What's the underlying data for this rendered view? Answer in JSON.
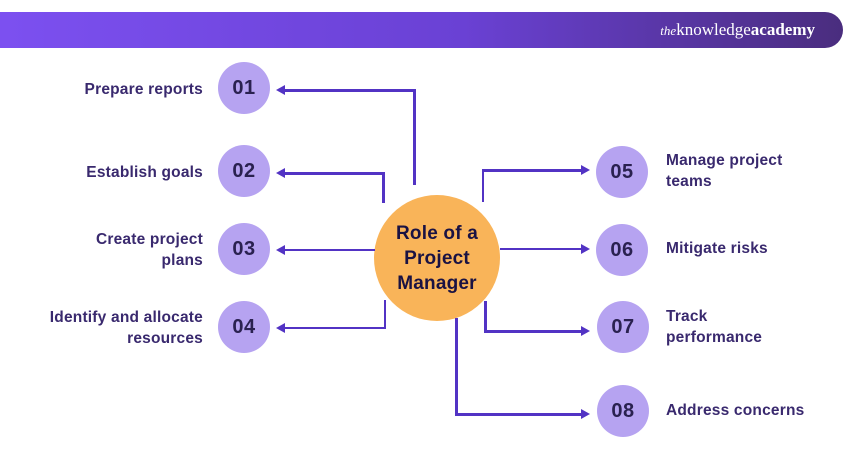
{
  "brand": {
    "the": "the",
    "knowledge": "knowledge",
    "academy": "academy"
  },
  "center": {
    "title": "Role of a\nProject\nManager"
  },
  "items": [
    {
      "number": "01",
      "label": "Prepare reports",
      "side": "left"
    },
    {
      "number": "02",
      "label": "Establish goals",
      "side": "left"
    },
    {
      "number": "03",
      "label": "Create project\nplans",
      "side": "left"
    },
    {
      "number": "04",
      "label": "Identify and allocate\nresources",
      "side": "left"
    },
    {
      "number": "05",
      "label": "Manage project\nteams",
      "side": "right"
    },
    {
      "number": "06",
      "label": "Mitigate risks",
      "side": "right"
    },
    {
      "number": "07",
      "label": "Track\nperformance",
      "side": "right"
    },
    {
      "number": "08",
      "label": "Address concerns",
      "side": "right"
    }
  ],
  "colors": {
    "header_gradient_start": "#7c50f0",
    "header_gradient_end": "#4a2d7e",
    "node_fill": "#b6a3f1",
    "center_fill": "#f9b459",
    "connector": "#5233c4",
    "label_text": "#39296e",
    "number_text": "#2a2150",
    "center_text": "#1a1243",
    "logo_text": "#ffffff"
  }
}
